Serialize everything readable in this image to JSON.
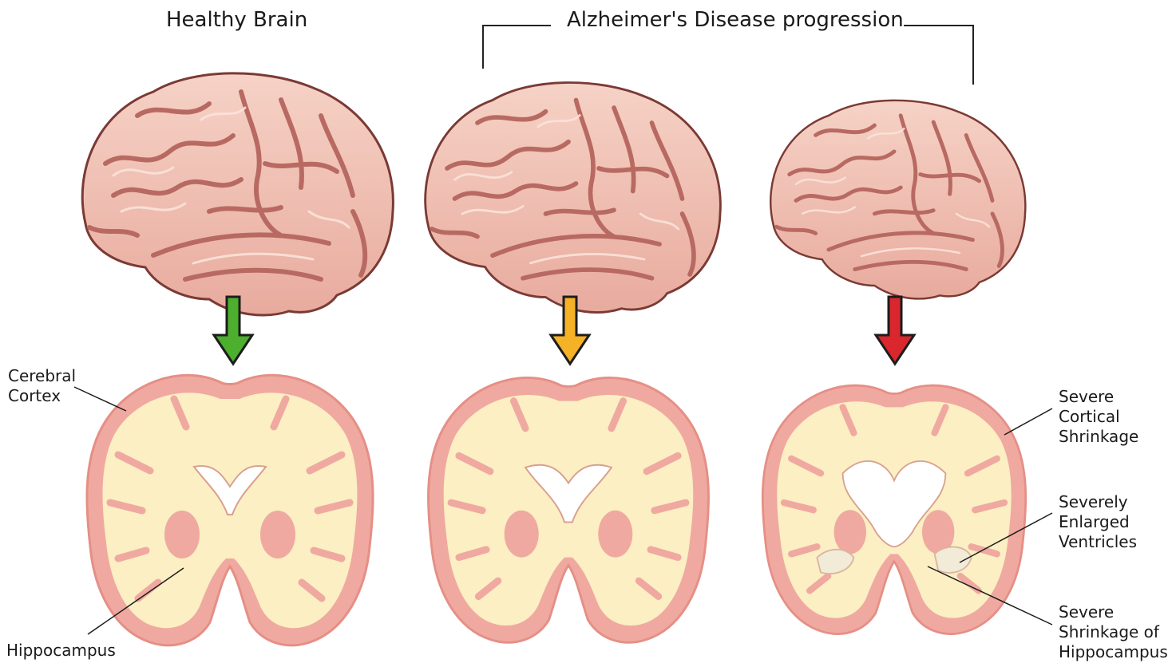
{
  "titles": {
    "healthy": "Healthy Brain",
    "progression": "Alzheimer's Disease progression"
  },
  "labels": {
    "cerebral_cortex": [
      "Cerebral",
      "Cortex"
    ],
    "hippocampus": "Hippocampus",
    "cortical_shrinkage": [
      "Severe",
      "Cortical",
      "Shrinkage"
    ],
    "enlarged_ventricles": [
      "Severely",
      "Enlarged",
      "Ventricles"
    ],
    "hippocampus_shrinkage": [
      "Severe",
      "Shrinkage of",
      "Hippocampus"
    ]
  },
  "colors": {
    "brain_fill": "#f2c2b6",
    "brain_outline": "#7a3a35",
    "sulci": "#b86a62",
    "section_outer": "#f0a9a0",
    "section_inner": "#fbefc3",
    "nuclei": "#e79a92",
    "arrow_healthy": "#4caf2e",
    "arrow_moderate": "#f5b227",
    "arrow_severe": "#d9272d"
  },
  "stages": [
    {
      "name": "healthy",
      "arrow_icon": "arrow-down-icon"
    },
    {
      "name": "moderate",
      "arrow_icon": "arrow-down-icon"
    },
    {
      "name": "severe",
      "arrow_icon": "arrow-down-icon"
    }
  ]
}
